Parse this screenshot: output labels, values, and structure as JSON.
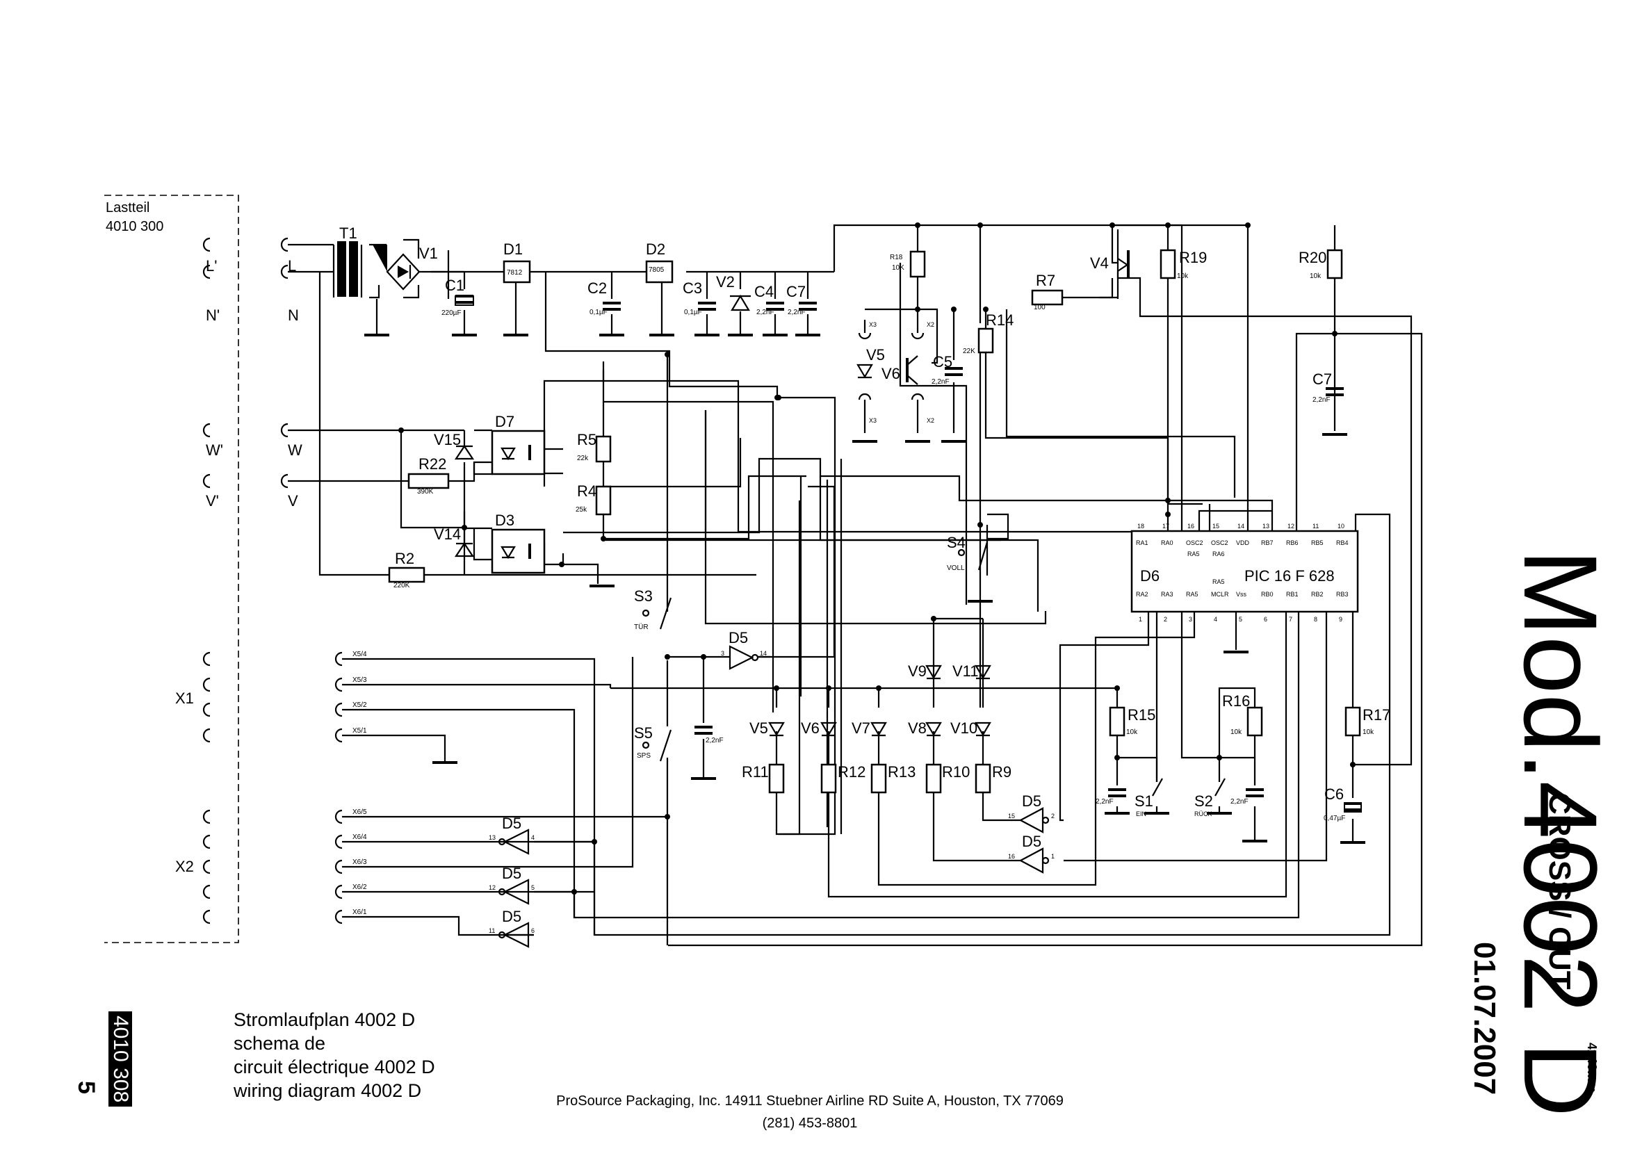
{
  "lastteil": {
    "title": "Lastteil",
    "number": "4010 300"
  },
  "terminals": {
    "l_prime": "L'",
    "n_prime": "N'",
    "l": "L",
    "n": "N",
    "w_prime": "W'",
    "v_prime": "V'",
    "w": "W",
    "v": "V",
    "x1": "X1",
    "x2": "X2",
    "x5": [
      "X5/4",
      "X5/3",
      "X5/2",
      "X5/1"
    ],
    "x6": [
      "X6/5",
      "X6/4",
      "X6/3",
      "X6/2",
      "X6/1"
    ],
    "x3": "X3",
    "x2_conn": "X2"
  },
  "components": {
    "t1": "T1",
    "v1": "V1",
    "d1": "D1",
    "d1_type": "7812",
    "d2": "D2",
    "d2_type": "7805",
    "c1": "C1",
    "c1_val": "220µF",
    "c2": "C2",
    "c2_val": "0,1µF",
    "c3": "C3",
    "c3_val": "0,1µF",
    "v2": "V2",
    "c4": "C4",
    "c4_val": "2,2nF",
    "c7": "C7",
    "c7_val": "2,2nF",
    "d7": "D7",
    "d3": "D3",
    "v15": "V15",
    "v14": "V14",
    "r22": "R22",
    "r22_val": "390K",
    "r2": "R2",
    "r2_val": "220K",
    "r5": "R5",
    "r5_val": "22k",
    "r4": "R4",
    "r4_val": "25k",
    "r18": "R18",
    "r18_val": "10K",
    "r7": "R7",
    "r7_val": "100",
    "r14": "R14",
    "r14_val": "22K",
    "v5_top": "V5",
    "v6_top": "V6",
    "c5": "C5",
    "c5_val": "2,2nF",
    "v4": "V4",
    "r19": "R19",
    "r19_val": "10k",
    "r20": "R20",
    "r20_val": "10k",
    "c7b": "C7",
    "c7b_val": "2,2nF",
    "s3": "S3",
    "s3_label": "TÜR",
    "s4": "S4",
    "s4_label": "VOLL",
    "s5": "S5",
    "s5_label": "SPS",
    "d5": "D5",
    "c_sps": "2,2nF",
    "v9": "V9",
    "v11": "V11",
    "v5": "V5",
    "v6": "V6",
    "v7": "V7",
    "v8": "V8",
    "v10": "V10",
    "r11": "R11",
    "r12": "R12",
    "r13": "R13",
    "r10": "R10",
    "r9": "R9",
    "r15": "R15",
    "r15_val": "10k",
    "r16": "R16",
    "r16_val": "10k",
    "r17": "R17",
    "r17_val": "10k",
    "s1": "S1",
    "s1_label": "EIN",
    "s2": "S2",
    "s2_label": "RÜCK",
    "c_s1": "2,2nF",
    "c_s2": "2,2nF",
    "c6": "C6",
    "c6_val": "0,47µF",
    "d6": "D6",
    "ic": "PIC 16 F 628"
  },
  "ic_pins": {
    "top_nums": [
      "18",
      "17",
      "16",
      "15",
      "14",
      "13",
      "12",
      "11",
      "10"
    ],
    "top_names": [
      "RA1",
      "RA0",
      "OSC2",
      "OSC2",
      "VDD",
      "RB7",
      "RB6",
      "RB5",
      "RB4"
    ],
    "top_sub": [
      "RA5",
      "RA6"
    ],
    "bot_nums": [
      "1",
      "2",
      "3",
      "4",
      "5",
      "6",
      "7",
      "8",
      "9"
    ],
    "bot_names": [
      "RA2",
      "RA3",
      "RA5",
      "MCLR",
      "Vss",
      "RB0",
      "RB1",
      "RB2",
      "RB3"
    ],
    "bot_sub": "RA5"
  },
  "gate_pins": {
    "g_top_in": "3",
    "g_top_out": "14",
    "g1_in": "13",
    "g1_out": "4",
    "g2_in": "12",
    "g2_out": "5",
    "g3_in": "11",
    "g3_out": "6",
    "g4_in": "15",
    "g4_out": "2",
    "g5_in": "16",
    "g5_out": "1"
  },
  "model": "Mod.4002 D",
  "variant": "CROSS / CUT",
  "date": "01.07.2007",
  "size": "4x40mm",
  "doc_number": "4010 308",
  "page": "5",
  "title_lines": [
    "Stromlaufplan  4002 D",
    "schema de",
    "circuit électrique 4002 D",
    "wiring diagram 4002 D"
  ],
  "footer": {
    "company": "ProSource Packaging, Inc. 14911 Stuebner Airline RD Suite A, Houston,  TX 77069",
    "phone": "(281) 453-8801"
  }
}
